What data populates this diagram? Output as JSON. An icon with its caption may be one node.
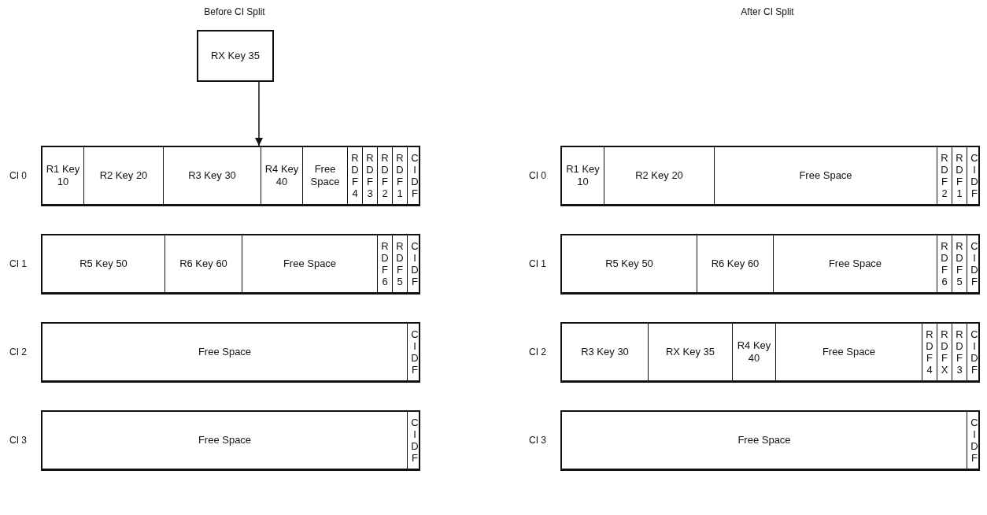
{
  "diagram": {
    "nodes": [
      {
        "text": [
          "RX Key 35"
        ]
      },
      {
        "text": [],
        "shape": "box",
        "beside": [
          "CI 0"
        ]
      },
      {
        "text": [
          "R1 Key 10"
        ],
        "in": 1
      },
      {
        "text": [
          "R2 Key 20"
        ],
        "in": 1
      },
      {
        "text": [
          "R3 Key 30"
        ],
        "in": 1
      },
      {
        "text": [
          "R4 Key 40"
        ],
        "in": 1
      },
      {
        "text": [
          "Free Space"
        ],
        "in": 1
      },
      {
        "text": [
          "RDF4"
        ],
        "in": 1
      },
      {
        "text": [
          "RDF3"
        ],
        "in": 1
      },
      {
        "text": [
          "RDF2"
        ],
        "in": 1
      },
      {
        "text": [
          "RDF1"
        ],
        "in": 1
      },
      {
        "text": [
          "CIDF"
        ],
        "in": 1
      },
      {
        "text": [],
        "shape": "box",
        "beside": [
          "CI 1"
        ]
      },
      {
        "text": [
          "R5 Key 50"
        ],
        "in": 12
      },
      {
        "text": [
          "R6 Key 60"
        ],
        "in": 12
      },
      {
        "text": [
          "Free Space"
        ],
        "in": 12
      },
      {
        "text": [
          "RDF6"
        ],
        "in": 12
      },
      {
        "text": [
          "RDF5"
        ],
        "in": 12
      },
      {
        "text": [
          "CIDF"
        ],
        "in": 12
      },
      {
        "text": [],
        "shape": "box",
        "beside": [
          "CI 2"
        ]
      },
      {
        "text": [
          "Free Space"
        ],
        "in": 19
      },
      {
        "text": [
          "CIDF"
        ],
        "in": 19
      },
      {
        "text": [],
        "shape": "box",
        "beside": [
          "CI 3"
        ]
      },
      {
        "text": [
          "Free Space"
        ],
        "in": 22
      },
      {
        "text": [
          "CIDF"
        ],
        "in": 22
      },
      {
        "text": [],
        "shape": "box",
        "beside": [
          "CI 0"
        ]
      },
      {
        "text": [
          "R1 Key 10"
        ],
        "in": 25
      },
      {
        "text": [
          "R2 Key 20"
        ],
        "in": 25
      },
      {
        "text": [
          "Free Space"
        ],
        "in": 25
      },
      {
        "text": [
          "RDF2"
        ],
        "in": 25
      },
      {
        "text": [
          "RDF1"
        ],
        "in": 25
      },
      {
        "text": [
          "CIDF"
        ],
        "in": 25
      },
      {
        "text": [],
        "shape": "box",
        "beside": [
          "CI 1"
        ]
      },
      {
        "text": [
          "R5 Key 50"
        ],
        "in": 32
      },
      {
        "text": [
          "R6 Key 60"
        ],
        "in": 32
      },
      {
        "text": [
          "Free Space"
        ],
        "in": 32
      },
      {
        "text": [
          "RDF6"
        ],
        "in": 32
      },
      {
        "text": [
          "RDF5"
        ],
        "in": 32
      },
      {
        "text": [
          "CIDF"
        ],
        "in": 32
      },
      {
        "text": [],
        "shape": "box",
        "beside": [
          "CI 2"
        ]
      },
      {
        "text": [
          "R3 Key 30"
        ],
        "in": 39
      },
      {
        "text": [
          "RX Key 35"
        ],
        "in": 39
      },
      {
        "text": [
          "R4 Key 40"
        ],
        "in": 39
      },
      {
        "text": [
          "Free Space"
        ],
        "in": 39
      },
      {
        "text": [
          "RDF4"
        ],
        "in": 39
      },
      {
        "text": [
          "RDFX"
        ],
        "in": 39
      },
      {
        "text": [
          "RDF3"
        ],
        "in": 39
      },
      {
        "text": [
          "CIDF"
        ],
        "in": 39
      },
      {
        "text": [],
        "shape": "box",
        "beside": [
          "CI 3"
        ]
      },
      {
        "text": [
          "Free Space"
        ],
        "in": 48
      },
      {
        "text": [
          "CIDF"
        ],
        "in": 48
      }
    ],
    "edges": [
      {
        "from": 0,
        "to": 1,
        "arrow": "to"
      }
    ],
    "labels": [
      "Before CI Split",
      "After CI Split"
    ]
  }
}
